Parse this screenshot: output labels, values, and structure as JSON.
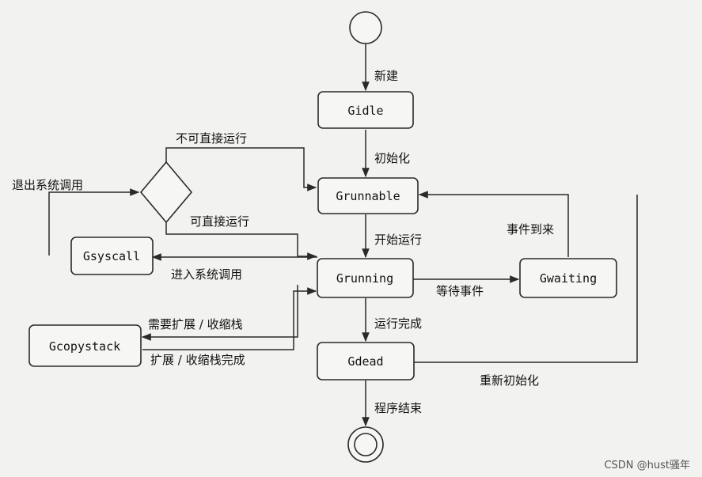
{
  "states": {
    "gidle": "Gidle",
    "grunnable": "Grunnable",
    "grunning": "Grunning",
    "gsyscall": "Gsyscall",
    "gwaiting": "Gwaiting",
    "gcopystack": "Gcopystack",
    "gdead": "Gdead"
  },
  "labels": {
    "new": "新建",
    "init": "初始化",
    "start_run": "开始运行",
    "run_done": "运行完成",
    "program_end": "程序结束",
    "wait_event": "等待事件",
    "event_arrived": "事件到来",
    "reinit": "重新初始化",
    "enter_syscall": "进入系统调用",
    "exit_syscall": "退出系统调用",
    "cannot_run_directly": "不可直接运行",
    "can_run_directly": "可直接运行",
    "need_grow_shrink": "需要扩展 / 收缩栈",
    "grow_shrink_done": "扩展 / 收缩栈完成"
  },
  "watermark": "CSDN @hust骚年"
}
